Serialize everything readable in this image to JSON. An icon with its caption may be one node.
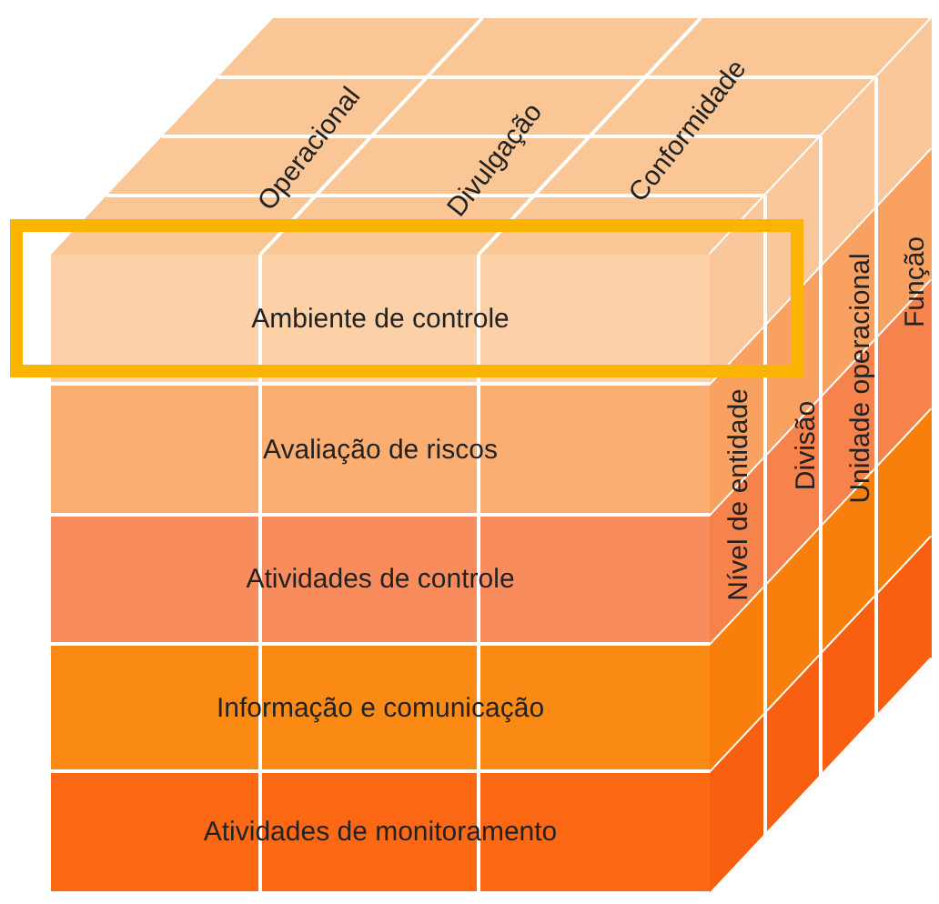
{
  "diagram": {
    "nodes": [
      {
        "text": [
          "Ambiente de controle"
        ]
      },
      {
        "text": [
          "Avaliação de riscos"
        ]
      },
      {
        "text": [
          "Atividades de controle"
        ]
      },
      {
        "text": [
          "Informação e comunicação"
        ]
      },
      {
        "text": [
          "Atividades de monitoramento"
        ]
      }
    ],
    "labels": [
      "Operacional",
      "Divulgação",
      "Conformidade",
      "Nível de entidade",
      "Divisão",
      "Unidade operacional",
      "Função"
    ]
  }
}
